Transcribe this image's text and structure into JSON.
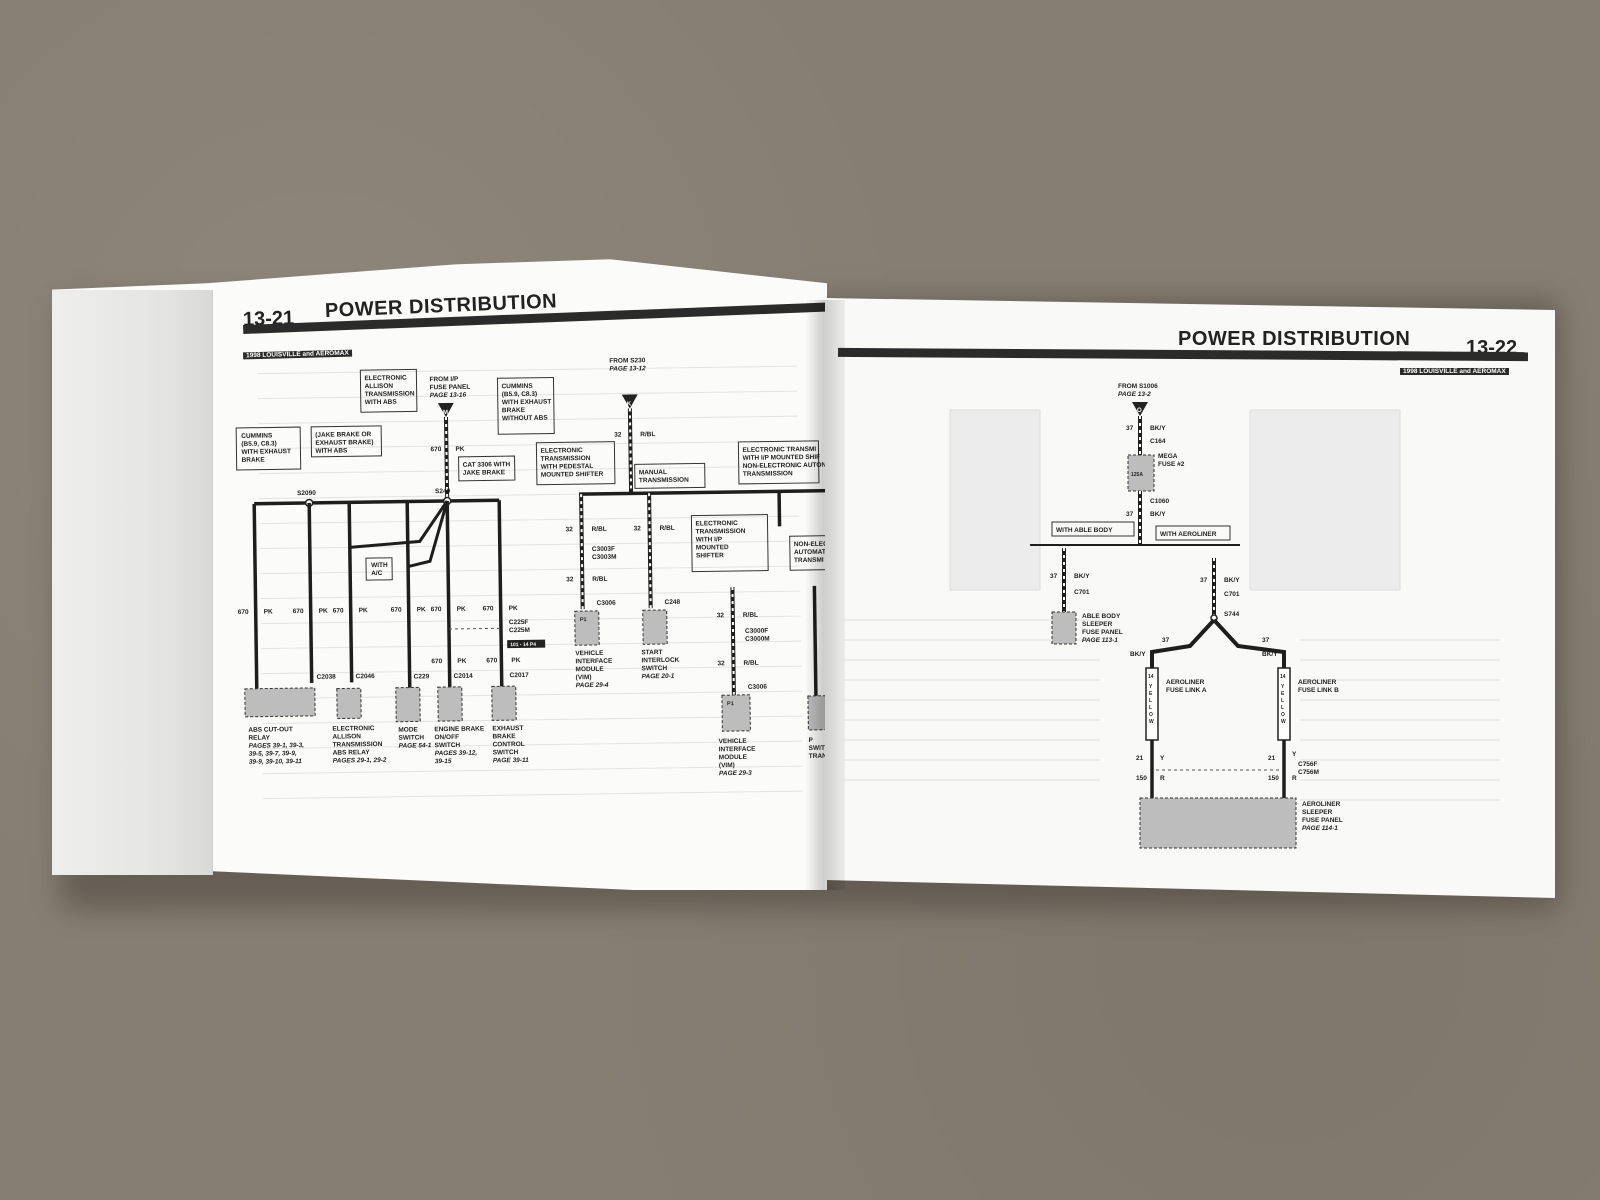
{
  "left_page": {
    "page_number": "13-21",
    "title": "POWER DISTRIBUTION",
    "subtitle": "1998 LOUISVILLE and AEROMAX",
    "callouts": {
      "cummins_exhaust": [
        "CUMMINS",
        "(B5.9, C8.3)",
        "WITH EXHAUST",
        "BRAKE"
      ],
      "jake_abs": [
        "(JAKE BRAKE OR",
        "EXHAUST BRAKE)",
        "WITH ABS"
      ],
      "electronic_allison": [
        "ELECTRONIC",
        "ALLISON",
        "TRANSMISSION",
        "WITH ABS"
      ],
      "cummins_no_abs": [
        "CUMMINS",
        "(B5.9, C8.3)",
        "WITH EXHAUST",
        "BRAKE",
        "WITHOUT ABS"
      ],
      "cat_3306": [
        "CAT 3306 WITH",
        "JAKE BRAKE"
      ],
      "with_ac": [
        "WITH",
        "A/C"
      ],
      "ped_shifter": [
        "ELECTRONIC",
        "TRANSMISSION",
        "WITH PEDESTAL",
        "MOUNTED SHIFTER"
      ],
      "manual_trans": [
        "MANUAL",
        "TRANSMISSION"
      ],
      "ip_shifter_top": [
        "ELECTRONIC TRANSMI",
        "WITH I/P MOUNTED SHIF",
        "NON-ELECTRONIC AUTON",
        "TRANSMISSION"
      ],
      "ip_shifter": [
        "ELECTRONIC",
        "TRANSMISSION",
        "WITH I/P",
        "MOUNTED",
        "SHIFTER"
      ],
      "non_elec": [
        "NON-ELEC",
        "AUTOMAT",
        "TRANSMI"
      ]
    },
    "sources": {
      "ip_fuse": [
        "FROM I/P",
        "FUSE PANEL",
        "PAGE 13-16"
      ],
      "s230": [
        "FROM S230",
        "PAGE 13-12"
      ],
      "letter_m": "M",
      "letter_k": "K"
    },
    "splices": {
      "s2090": "S2090",
      "s249": "S249"
    },
    "wire_labels": {
      "w670": "670",
      "pk": "PK",
      "w32": "32",
      "rbl": "R/BL"
    },
    "connectors": {
      "c225": [
        "C225F",
        "C225M"
      ],
      "c3003": [
        "C3003F",
        "C3003M"
      ],
      "c3006": "C3006",
      "c248": "C248",
      "c3000": [
        "C3000F",
        "C3000M"
      ],
      "c2038": "C2038",
      "c2046": "C2046",
      "c229": "C229",
      "c2014": "C2014",
      "c2017": "C2017",
      "p1": "P1",
      "tag": "101 - 14 P4"
    },
    "components": {
      "abs_relay": [
        "ABS CUT-OUT",
        "RELAY",
        "PAGES 39-1, 39-3,",
        "39-5, 39-7, 39-9,",
        "39-9, 39-10, 39-11"
      ],
      "allison_relay": [
        "ELECTRONIC",
        "ALLISON",
        "TRANSMISSION",
        "ABS RELAY",
        "PAGES 29-1, 29-2"
      ],
      "mode_switch": [
        "MODE",
        "SWITCH",
        "PAGE 54-1"
      ],
      "engine_brake": [
        "ENGINE BRAKE",
        "ON/OFF",
        "SWITCH",
        "PAGES 39-12,",
        "39-15"
      ],
      "exhaust_brake": [
        "EXHAUST",
        "BRAKE",
        "CONTROL",
        "SWITCH",
        "PAGE 39-11"
      ],
      "vim1": [
        "VEHICLE",
        "INTERFACE",
        "MODULE",
        "(VIM)",
        "PAGE 29-4"
      ],
      "start_interlock": [
        "START",
        "INTERLOCK",
        "SWITCH",
        "PAGE 20-1"
      ],
      "vim2": [
        "VEHICLE",
        "INTERFACE",
        "MODULE",
        "(VIM)",
        "PAGE 29-3"
      ],
      "cut_off": [
        "P",
        "SWITI",
        "TRANS"
      ]
    }
  },
  "right_page": {
    "page_number": "13-22",
    "title": "POWER DISTRIBUTION",
    "subtitle": "1998 LOUISVILLE and AEROMAX",
    "source": [
      "FROM S1006",
      "PAGE 13-2"
    ],
    "letter_o": "O",
    "mega_fuse": [
      "MEGA",
      "FUSE #2"
    ],
    "fuse_rating": "125A",
    "wires": {
      "w37": "37",
      "bky": "BK/Y",
      "w21": "21",
      "y": "Y",
      "w150": "150",
      "r": "R",
      "w14": "14",
      "yellow": "YELLOW"
    },
    "connectors": {
      "c164": "C164",
      "c1060": "C1060",
      "c701": "C701",
      "s744": "S744",
      "c756": [
        "C756F",
        "C756M"
      ]
    },
    "branches": {
      "able": "WITH ABLE BODY",
      "aeroliner": "WITH AEROLINER"
    },
    "components": {
      "able_panel": [
        "ABLE BODY",
        "SLEEPER",
        "FUSE PANEL",
        "PAGE 113-1"
      ],
      "link_a": [
        "AEROLINER",
        "FUSE LINK A"
      ],
      "link_b": [
        "AEROLINER",
        "FUSE LINK B"
      ],
      "aero_panel": [
        "AEROLINER",
        "SLEEPER",
        "FUSE PANEL",
        "PAGE 114-1"
      ]
    }
  }
}
